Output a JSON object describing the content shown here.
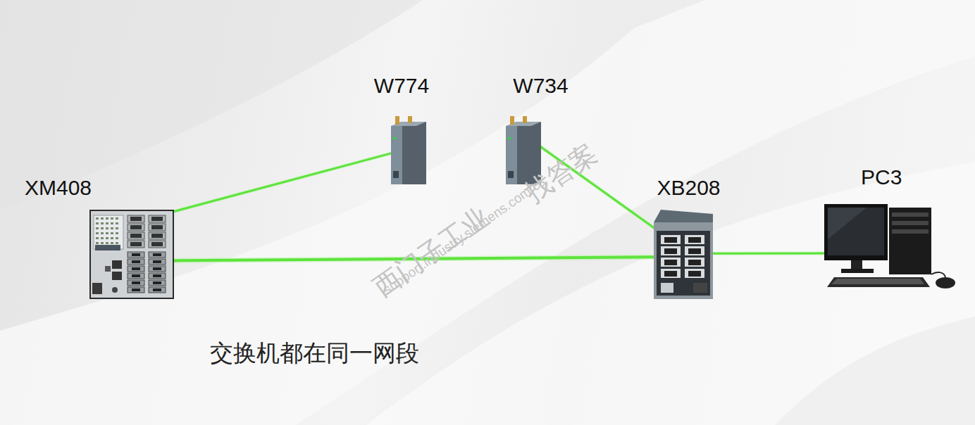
{
  "diagram": {
    "nodes": [
      {
        "text": [
          "XM408"
        ]
      },
      {
        "text": [
          "W774"
        ]
      },
      {
        "text": [
          "W734"
        ]
      },
      {
        "text": [
          "XB208"
        ]
      },
      {
        "text": [
          "PC3"
        ]
      }
    ],
    "edges": [
      {
        "from": 0,
        "to": 1,
        "arrow": "none"
      },
      {
        "from": 0,
        "to": 3,
        "arrow": "none"
      },
      {
        "from": 2,
        "to": 3,
        "arrow": "none"
      },
      {
        "from": 3,
        "to": 4,
        "arrow": "none"
      }
    ],
    "labels": [
      "交换机都在同一网段",
      "西门子工业",
      "找答案",
      "support.industry.siemens.com/cs"
    ]
  }
}
